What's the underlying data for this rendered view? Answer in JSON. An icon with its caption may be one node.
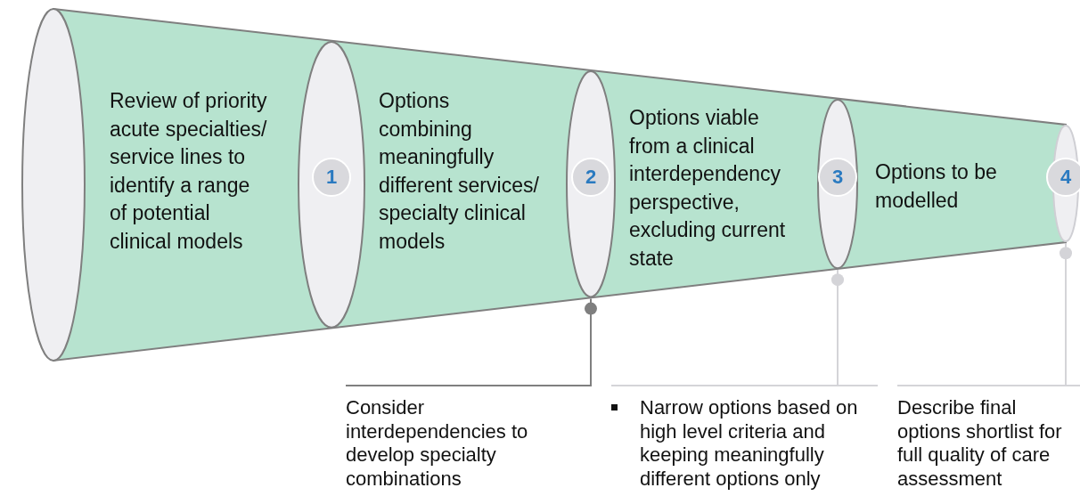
{
  "diagram": {
    "nodes": [
      {
        "text": [],
        "shape": "ellipse"
      },
      {
        "text": [
          "1"
        ],
        "in": 0
      },
      {
        "text": [],
        "shape": "ellipse"
      },
      {
        "text": [
          "2"
        ],
        "in": 2
      },
      {
        "text": [],
        "shape": "ellipse"
      },
      {
        "text": [
          "3"
        ],
        "in": 4
      },
      {
        "text": [],
        "shape": "ellipse"
      },
      {
        "text": [
          "4"
        ],
        "in": 6
      },
      {
        "text": [
          "Consider interdependencies to develop specialty combinations"
        ]
      },
      {
        "text": [
          "Narrow options based on high level criteria and keeping meaningfully different options only"
        ]
      },
      {
        "text": [
          "Describe final options shortlist for full quality of care assessment"
        ]
      }
    ],
    "edges": [
      {
        "from": 8,
        "to": 2,
        "arrow": "other"
      },
      {
        "from": 9,
        "to": 4,
        "arrow": "other",
        "color": "#d4d4d8"
      },
      {
        "from": 10,
        "to": 6,
        "arrow": "other",
        "color": "#d4d4d8"
      }
    ],
    "labels": [
      "Review of priority acute specialties/ service lines to identify a range of potential clinical models",
      "Options combining meaningfully different services/ specialty clinical models",
      "Options viable from a clinical interdependency perspective, excluding current state",
      "Options to be modelled"
    ]
  }
}
